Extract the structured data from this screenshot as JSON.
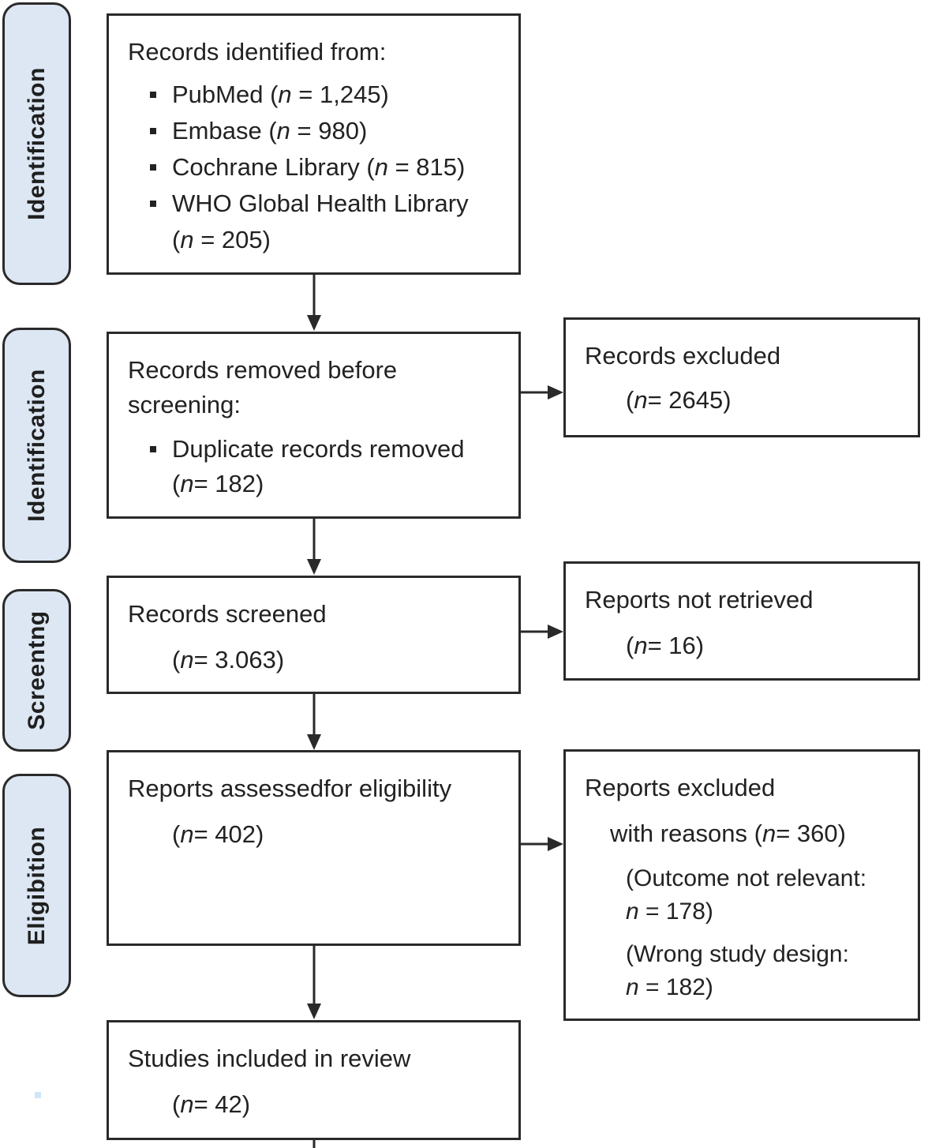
{
  "stages": {
    "s1": "Identification",
    "s2": "Identification",
    "s3": "Screentng",
    "s4": "Eligibition"
  },
  "box1": {
    "title": "Records identified from:",
    "items": [
      {
        "pre": "PubMed (",
        "n": "n",
        "post": " = 1,245)"
      },
      {
        "pre": "Embase (",
        "n": "n",
        "post": " = 980)"
      },
      {
        "pre": "Cochrane Library (",
        "n": "n",
        "post": "  = 815)"
      },
      {
        "pre": "WHO Global Health Library",
        "n": "",
        "post": ""
      }
    ],
    "cont_pre": "(",
    "cont_n": "n",
    "cont_post": " = 205)"
  },
  "box2": {
    "line1": "Records removed before",
    "line2": "screening:",
    "bullet": "Duplicate records removed",
    "cont_pre": "(",
    "cont_n": "n",
    "cont_post": "= 182)"
  },
  "box2r": {
    "title": "Records excluded",
    "pre": "(",
    "n": "n",
    "post": "= 2645)"
  },
  "box3": {
    "title": "Records screened",
    "pre": "(",
    "n": "n",
    "post": "= 3.063)"
  },
  "box3r": {
    "title": "Reports not retrieved",
    "pre": "(",
    "n": "n",
    "post": "= 16)"
  },
  "box4": {
    "title": "Reports assessedfor eligibility",
    "pre": "(",
    "n": "n",
    "post": "= 402)"
  },
  "box4r": {
    "title": "Reports excluded",
    "line2_pre": "with reasons (",
    "line2_n": "n",
    "line2_post": "= 360)",
    "r1_line1": "(Outcome not relevant:",
    "r1_n": "n",
    "r1_post": " = 178)",
    "r2_line1": "(Wrong study design:",
    "r2_n": "n",
    "r2_post": " = 182)"
  },
  "box5": {
    "title": "Studies included in review",
    "pre": "(",
    "n": "n",
    "post": "= 42)"
  },
  "colors": {
    "stage_fill": "#dde7f3",
    "border": "#2a2a2a",
    "text": "#222222"
  }
}
